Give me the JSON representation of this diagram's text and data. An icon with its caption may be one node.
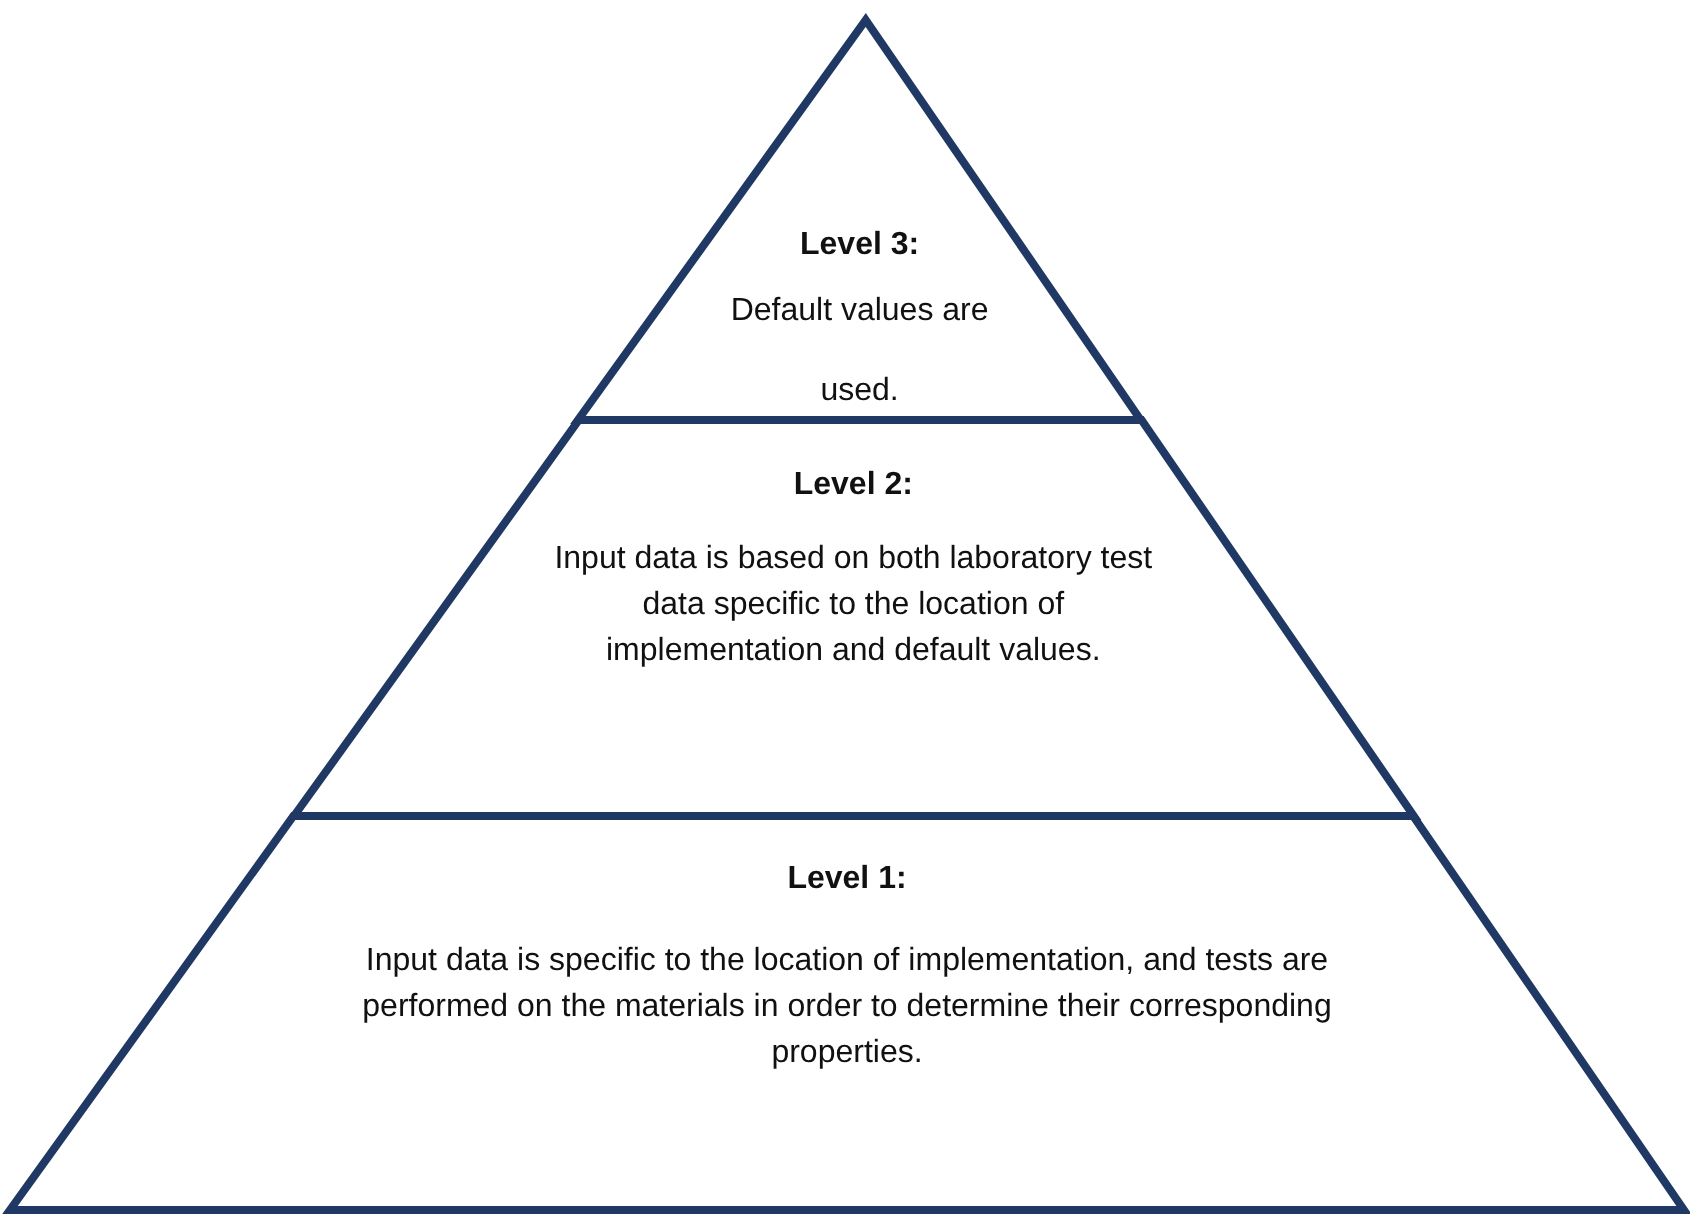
{
  "diagram": {
    "nodes": [
      {
        "text": [
          "Level 3:",
          "Default values are used."
        ]
      },
      {
        "text": [
          "Level 2:",
          "Input data is based on both laboratory test data specific to the location of implementation and default values."
        ]
      },
      {
        "text": [
          "Level 1:",
          "Input data is specific to the location of implementation, and tests are performed on the materials in order to determine their corresponding properties."
        ]
      }
    ]
  }
}
